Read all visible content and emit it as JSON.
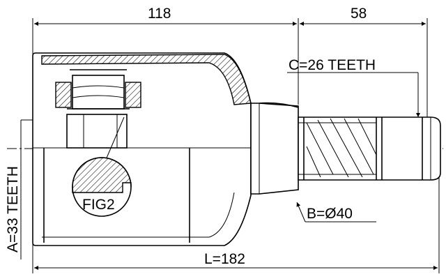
{
  "drawing": {
    "dim_top_left": "118",
    "dim_top_right": "58",
    "spline_c": "C=26 TEETH",
    "spline_a": "A=33 TEETH",
    "diameter_b": "B=Ø40",
    "length_l": "L=182",
    "detail_label": "FIG2"
  },
  "colors": {
    "line": "#000000",
    "background": "#ffffff"
  }
}
